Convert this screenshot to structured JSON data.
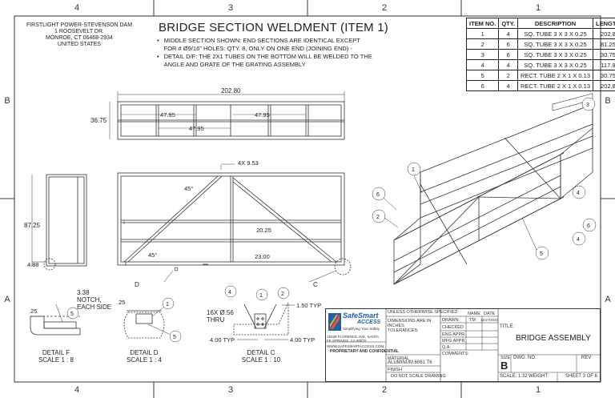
{
  "zones": {
    "top": [
      "4",
      "3",
      "2",
      "1"
    ],
    "bottom": [
      "4",
      "3",
      "2",
      "1"
    ],
    "left": [
      "B",
      "A"
    ],
    "right": [
      "B",
      "A"
    ]
  },
  "company": {
    "line1": "FIRSTLIGHT POWER-STEVENSON DAM",
    "line2": "1 ROOSEVELT DR.",
    "line3": "MONROE, CT 06468-2934",
    "line4": "UNITED STATES"
  },
  "title": "BRIDGE SECTION WELDMENT (ITEM 1)",
  "notes": [
    "MIDDLE SECTION SHOWN: END SECTIONS ARE IDENTICAL EXCEPT FOR # Ø9/16\" HOLES: QTY. 8, ONLY ON ONE END (JOINING END) -",
    "DETAIL D/F: THE 2X1 TUBES ON THE BOTTOM WILL BE WELDED TO THE ANGLE AND GRATE OF THE GRATING ASSEMBLY"
  ],
  "bom": {
    "headers": [
      "ITEM NO.",
      "QTY.",
      "DESCRIPTION",
      "LENGTH"
    ],
    "rows": [
      [
        "1",
        "4",
        "SQ. TUBE 3 X 3 X 0.25",
        "202.8"
      ],
      [
        "2",
        "6",
        "SQ. TUBE 3 X 3 X 0.25",
        "81.25"
      ],
      [
        "3",
        "6",
        "SQ. TUBE 3 X 3 X 0.25",
        "30.75"
      ],
      [
        "4",
        "4",
        "SQ. TUBE 3 X 3 X 0.25",
        "117.9"
      ],
      [
        "5",
        "2",
        "RECT. TUBE 2 X 1 X 0.13",
        "30.75"
      ],
      [
        "6",
        "4",
        "RECT. TUBE 2 X 1 X 0.13",
        "202.8"
      ]
    ]
  },
  "dims": {
    "overall_length": "202.80",
    "height_top": "36.75",
    "bay1": "47.95",
    "bay2": "47.95",
    "bay3": "47.95",
    "holes": "4X 9.53",
    "angle1": "45°",
    "angle2": "45°",
    "h1": "20.25",
    "h2": "23.00",
    "side_h": "87.25",
    "side_small": "4.88"
  },
  "callouts": {
    "d": "D",
    "c": "C"
  },
  "details": {
    "f": {
      "name": "DETAIL F",
      "scale": "SCALE 1 : 8",
      "dim1": ".25",
      "note": "3.38 NOTCH, EACH SIDE",
      "balloon": "5"
    },
    "d": {
      "name": "DETAIL D",
      "scale": "SCALE 1 : 4",
      "dim1": ".25",
      "balloon1": "1",
      "balloon2": "5"
    },
    "c": {
      "name": "DETAIL C",
      "scale": "SCALE 1 : 10",
      "holes": "16X Ø.56 THRU",
      "typ1": "1.50 TYP",
      "typ2": "4.00 TYP",
      "typ3": "4.00 TYP",
      "balloon1": "4",
      "balloon2": "2",
      "balloon3": "1"
    }
  },
  "iso_balloons": [
    "1",
    "3",
    "6",
    "2",
    "6",
    "4",
    "5",
    "4"
  ],
  "titleblock": {
    "logo": "SafeSmart",
    "logo_sub": "ACCESS",
    "logo_tag": "Simplifying Your Safety",
    "address": "15038 FLORENCE AVE, SANTA FE SPRINGS, CA 90670",
    "website": "WWW.SAFESMARTACCESS.COM",
    "prop_title": "PROPRIETARY AND CONFIDENTIAL",
    "unless": "UNLESS OTHERWISE SPECIFIED:",
    "name_h": "NAME",
    "date_h": "DATE",
    "drawn": "DRAWN",
    "drawn_name": "TM",
    "drawn_date": "11/17/2020",
    "checked": "CHECKED",
    "eng_appr": "ENG APPR.",
    "mfg_appr": "MFG APPR.",
    "qa": "Q.A.",
    "comments": "COMMENTS:",
    "dims_in": "DIMENSIONS ARE IN INCHES TOLERANCES:",
    "material": "MATERIAL",
    "material_val": "ALUMINUM 6061 T6",
    "finish": "FINISH",
    "noscale": "DO NOT SCALE DRAWING",
    "title_label": "TITLE:",
    "title_val": "BRIDGE ASSEMBLY",
    "size_label": "SIZE",
    "size_val": "B",
    "dwg_label": "DWG. NO.",
    "rev_label": "REV",
    "scale": "SCALE: 1:32",
    "weight": "WEIGHT:",
    "sheet": "SHEET 3 OF 6"
  }
}
